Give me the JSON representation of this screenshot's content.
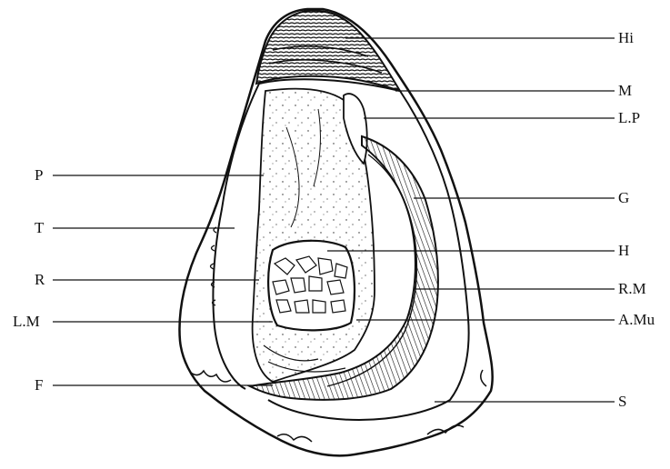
{
  "labels_left": {
    "P": "P",
    "T": "T",
    "R": "R",
    "LM": "L.M",
    "F": "F"
  },
  "labels_right": {
    "Hi": "Hi",
    "M": "M",
    "LP": "L.P",
    "G": "G",
    "H": "H",
    "RM": "R.M",
    "AMu": "A.Mu",
    "S": "S"
  },
  "colors": {
    "ink": "#111111",
    "background": "#ffffff"
  }
}
